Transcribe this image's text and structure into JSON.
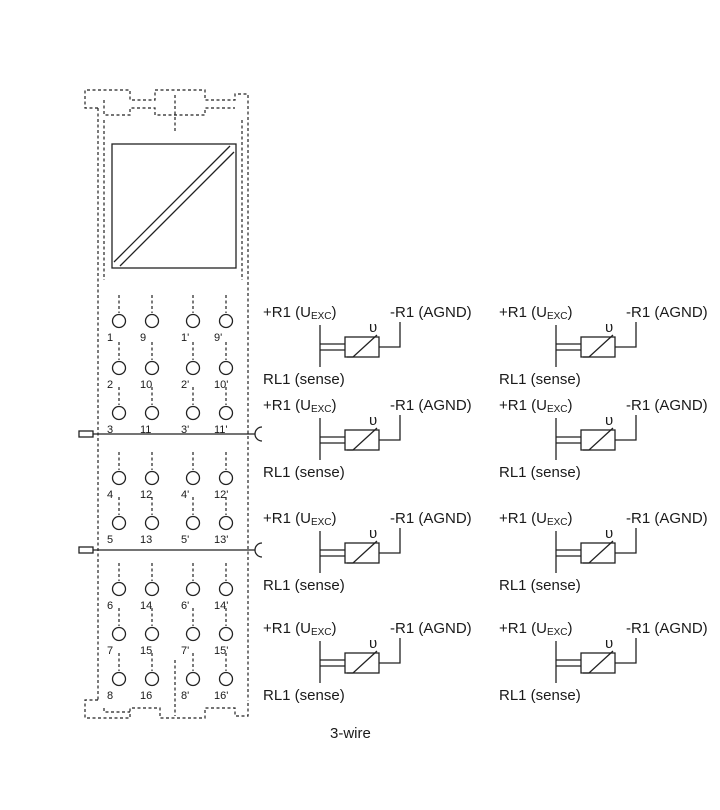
{
  "caption": "3-wire",
  "terminals": {
    "columns": [
      [
        "1",
        "2",
        "3",
        "4",
        "5",
        "6",
        "7",
        "8"
      ],
      [
        "9",
        "10",
        "11",
        "12",
        "13",
        "14",
        "15",
        "16"
      ],
      [
        "1'",
        "2'",
        "3'",
        "4'",
        "5'",
        "6'",
        "7'",
        "8'"
      ],
      [
        "9'",
        "10'",
        "11'",
        "12'",
        "13'",
        "14'",
        "15'",
        "16'"
      ]
    ]
  },
  "rtd_blocks": [
    {
      "plus_label": "+R1 (U",
      "plus_sub": "EXC",
      "plus_close": ")",
      "minus_label": "-R1 (AGND)",
      "sense_label": "RL1 (sense)",
      "symbol": "υ"
    },
    {
      "plus_label": "+R1 (U",
      "plus_sub": "EXC",
      "plus_close": ")",
      "minus_label": "-R1 (AGND)",
      "sense_label": "RL1 (sense)",
      "symbol": "υ"
    },
    {
      "plus_label": "+R1 (U",
      "plus_sub": "EXC",
      "plus_close": ")",
      "minus_label": "-R1 (AGND)",
      "sense_label": "RL1 (sense)",
      "symbol": "υ"
    },
    {
      "plus_label": "+R1 (U",
      "plus_sub": "EXC",
      "plus_close": ")",
      "minus_label": "-R1 (AGND)",
      "sense_label": "RL1 (sense)",
      "symbol": "υ"
    },
    {
      "plus_label": "+R1 (U",
      "plus_sub": "EXC",
      "plus_close": ")",
      "minus_label": "-R1 (AGND)",
      "sense_label": "RL1 (sense)",
      "symbol": "υ"
    },
    {
      "plus_label": "+R1 (U",
      "plus_sub": "EXC",
      "plus_close": ")",
      "minus_label": "-R1 (AGND)",
      "sense_label": "RL1 (sense)",
      "symbol": "υ"
    },
    {
      "plus_label": "+R1 (U",
      "plus_sub": "EXC",
      "plus_close": ")",
      "minus_label": "-R1 (AGND)",
      "sense_label": "RL1 (sense)",
      "symbol": "υ"
    },
    {
      "plus_label": "+R1 (U",
      "plus_sub": "EXC",
      "plus_close": ")",
      "minus_label": "-R1 (AGND)",
      "sense_label": "RL1 (sense)",
      "symbol": "υ"
    }
  ]
}
